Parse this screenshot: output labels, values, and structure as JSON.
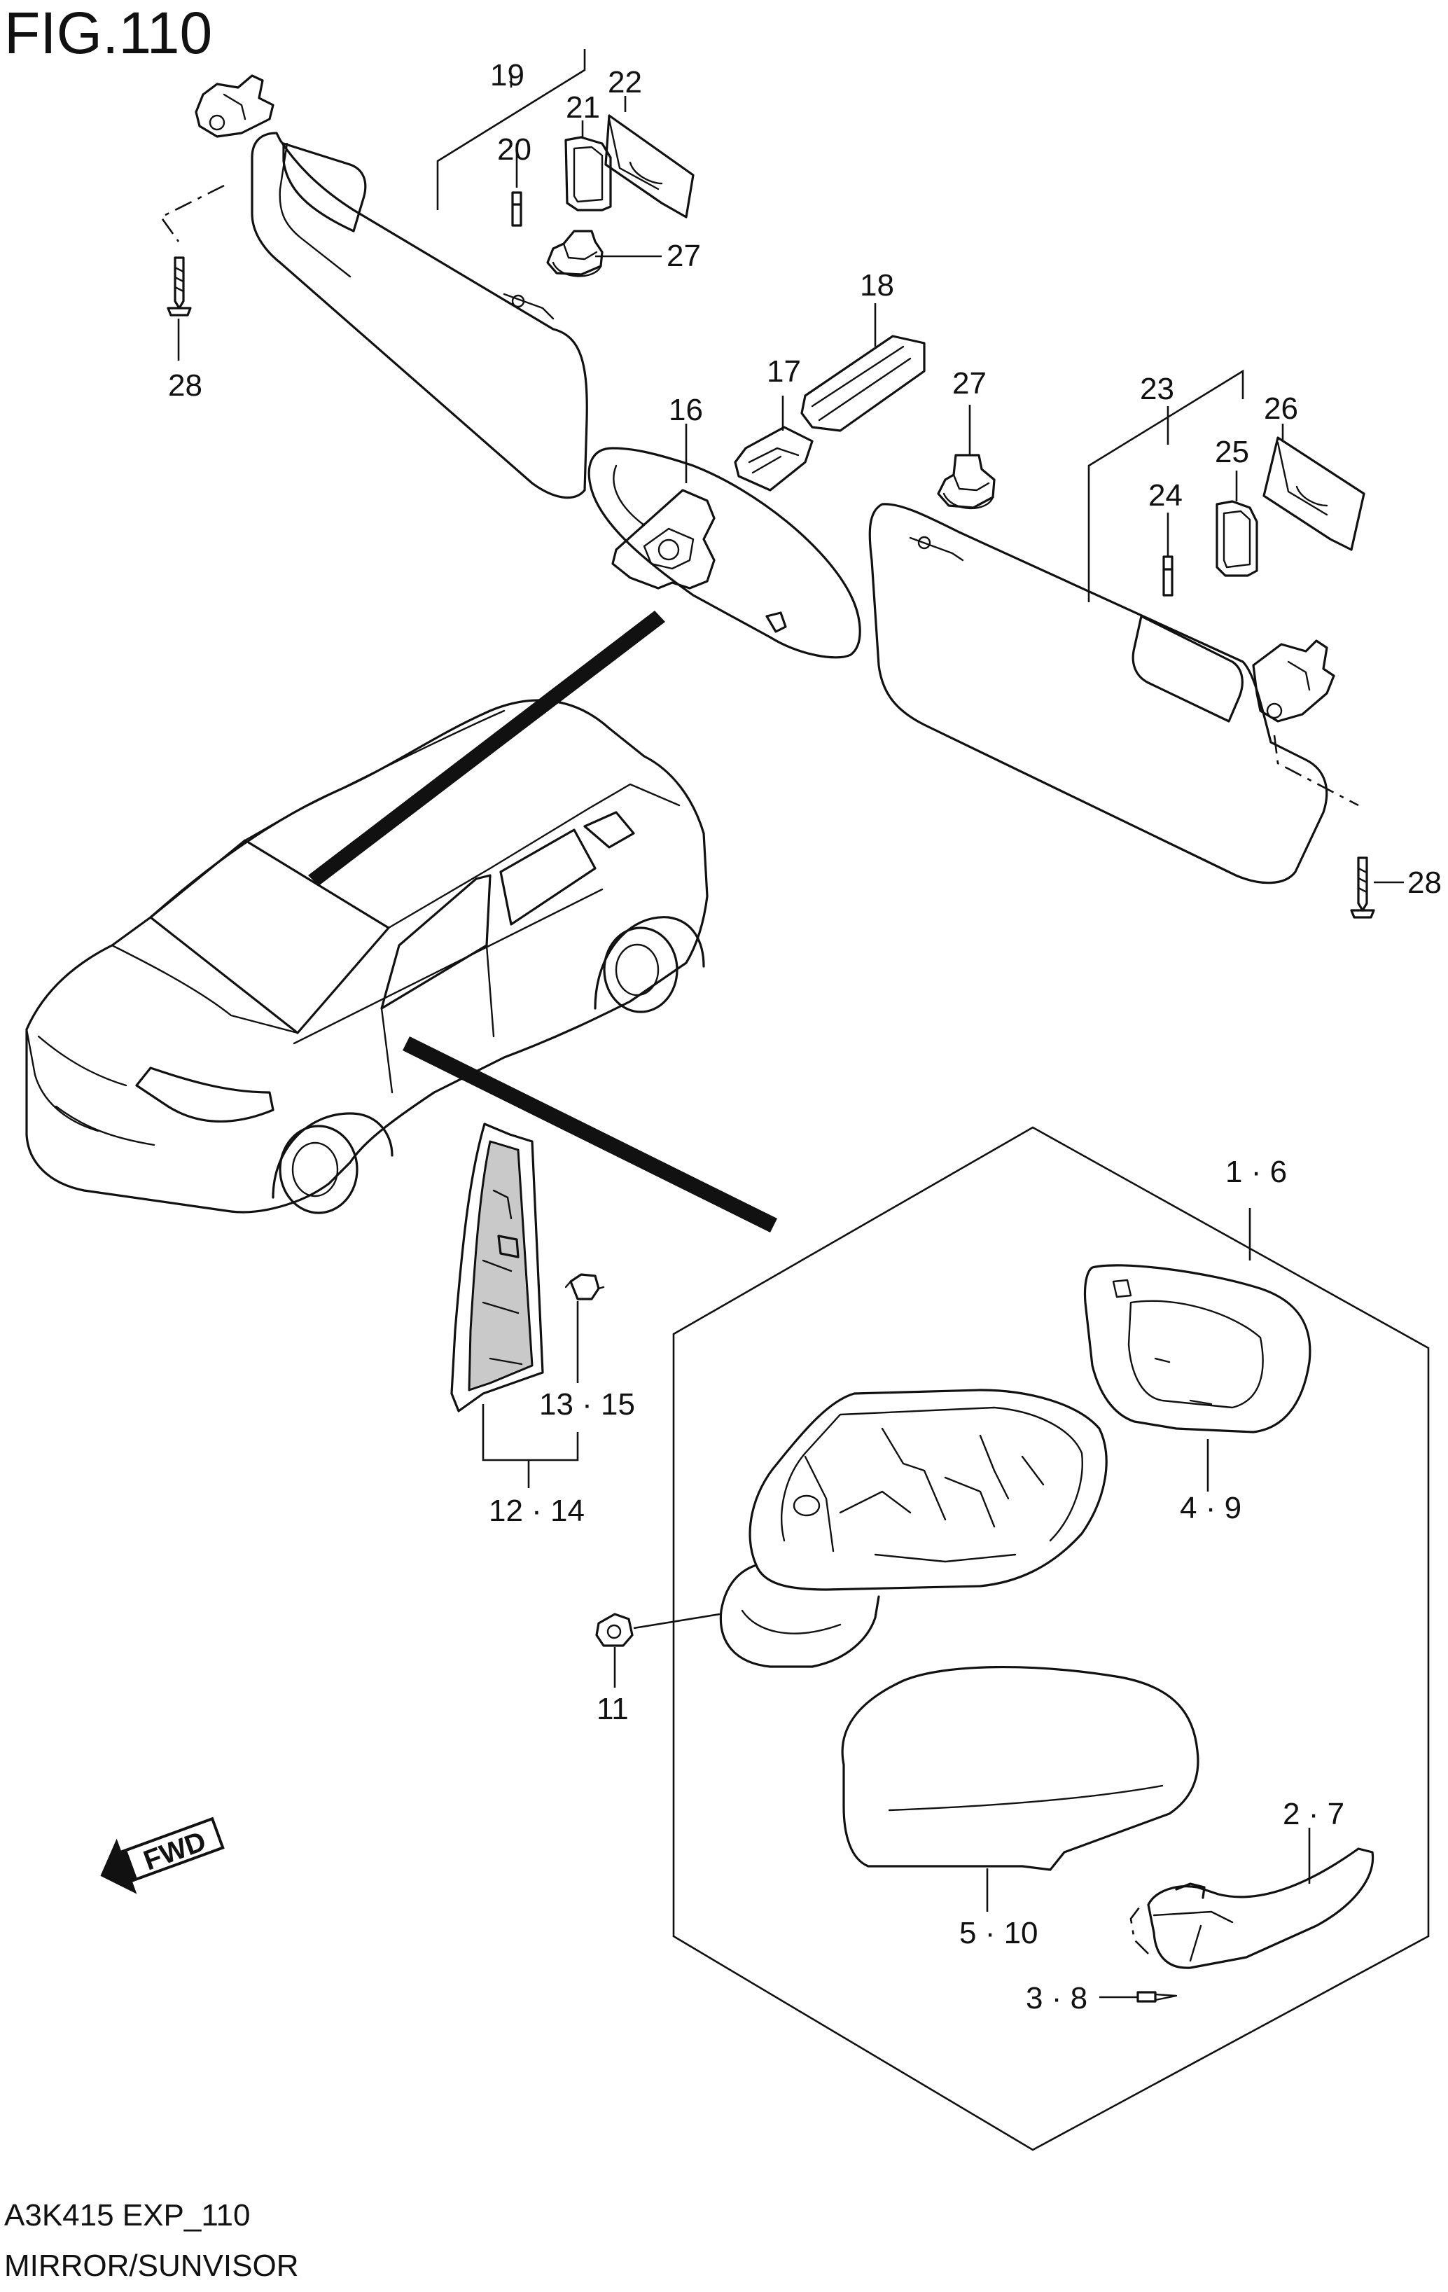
{
  "figure": {
    "title": "FIG.110",
    "code": "A3K415 EXP_110",
    "name": "MIRROR/SUNVISOR"
  },
  "badge": {
    "fwd": "FWD"
  },
  "callouts": {
    "c1_6": "1 · 6",
    "c2_7": "2 · 7",
    "c3_8": "3 · 8",
    "c4_9": "4 · 9",
    "c5_10": "5 · 10",
    "c11": "11",
    "c12_14": "12 · 14",
    "c13_15": "13 · 15",
    "c16": "16",
    "c17": "17",
    "c18": "18",
    "c19": "19",
    "c20": "20",
    "c21": "21",
    "c22": "22",
    "c23": "23",
    "c24": "24",
    "c25": "25",
    "c26": "26",
    "c27a": "27",
    "c27b": "27",
    "c28a": "28",
    "c28b": "28"
  }
}
